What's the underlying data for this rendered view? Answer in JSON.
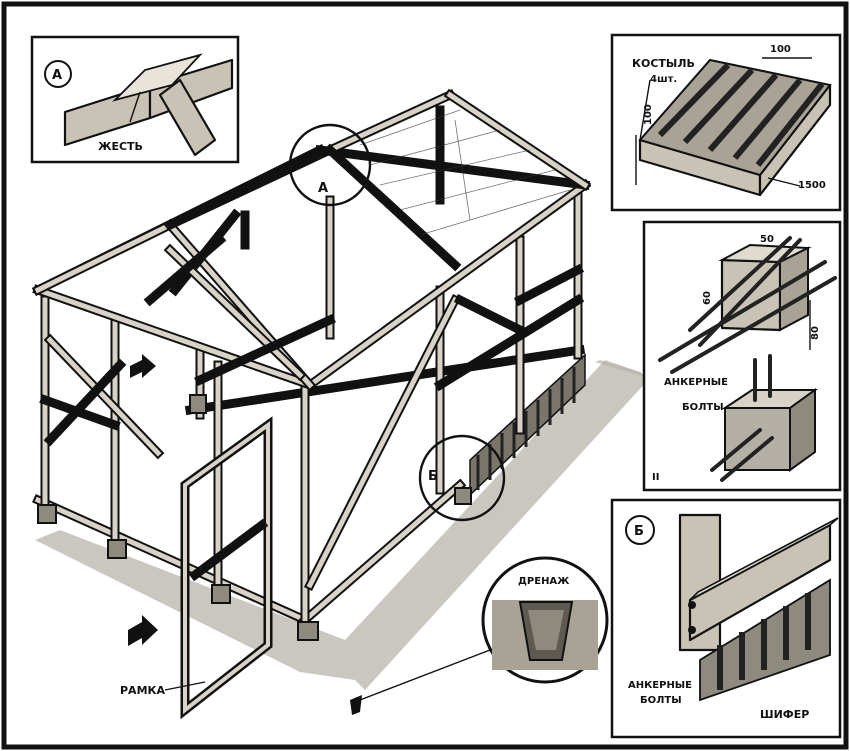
{
  "labels": {
    "detail_a_letter": "А",
    "detail_a_tin": "ЖЕСТЬ",
    "ridge_marker": "А",
    "foundation_marker": "Б",
    "kostyl_title": "КОСТЫЛЬ",
    "kostyl_count": "4шт.",
    "dim_100_top": "100",
    "dim_100_side": "100",
    "dim_1500": "1500",
    "dim_50": "50",
    "dim_60": "60",
    "dim_80": "80",
    "anchor_bolts_1": "АНКЕРНЫЕ",
    "anchor_bolts_1b": "БОЛТЫ",
    "roman_two": "II",
    "drainage": "ДРЕНАЖ",
    "frame_door": "РАМКА",
    "detail_b_letter": "Б",
    "anchor_bolts_2": "АНКЕРНЫЕ",
    "anchor_bolts_2b": "БОЛТЫ",
    "slate": "ШИФЕР"
  },
  "colors": {
    "ink": "#111111",
    "paper": "#ffffff",
    "wood": "#c9c3b5",
    "ground": "#b8b4ab"
  },
  "icons": [
    "arrow-right-icon",
    "arrow-right-icon"
  ]
}
